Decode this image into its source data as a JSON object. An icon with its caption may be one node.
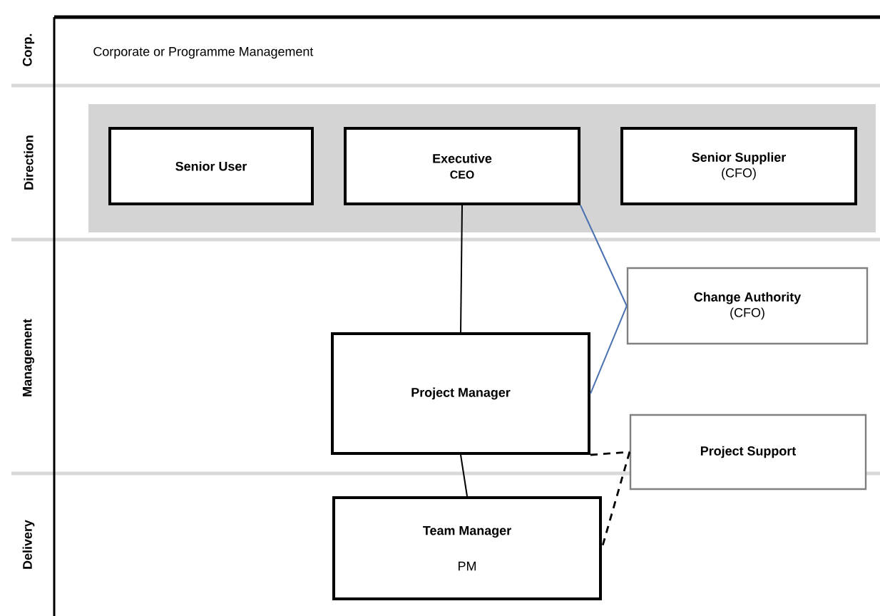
{
  "diagram": {
    "nodes": [
      {
        "text": [],
        "shape": "box"
      },
      {
        "text": [
          "Senior User"
        ],
        "in": 0
      },
      {
        "text": [
          "Executive",
          "CEO"
        ],
        "in": 0
      },
      {
        "text": [
          "Senior Supplier",
          "(CFO)"
        ],
        "in": 0
      },
      {
        "text": [
          "Change Authority",
          "(CFO)"
        ]
      },
      {
        "text": [
          "Project Manager"
        ]
      },
      {
        "text": [
          "Project Support"
        ]
      },
      {
        "text": [
          "Team Manager",
          "PM"
        ]
      }
    ],
    "edges": [
      {
        "from": 2,
        "to": 5,
        "arrow": "none"
      },
      {
        "from": 2,
        "to": 4,
        "arrow": "none",
        "color": "#4a72b0"
      },
      {
        "from": 4,
        "to": 5,
        "arrow": "none",
        "color": "#4a72b0"
      },
      {
        "from": 5,
        "to": 6,
        "arrow": "none",
        "style": "dashed"
      },
      {
        "from": 6,
        "to": 7,
        "arrow": "none",
        "style": "dashed"
      },
      {
        "from": 5,
        "to": 7,
        "arrow": "none"
      }
    ],
    "labels": [
      "Corp.",
      "Corporate or Programme Management",
      "Direction",
      "Management",
      "Delivery"
    ]
  }
}
